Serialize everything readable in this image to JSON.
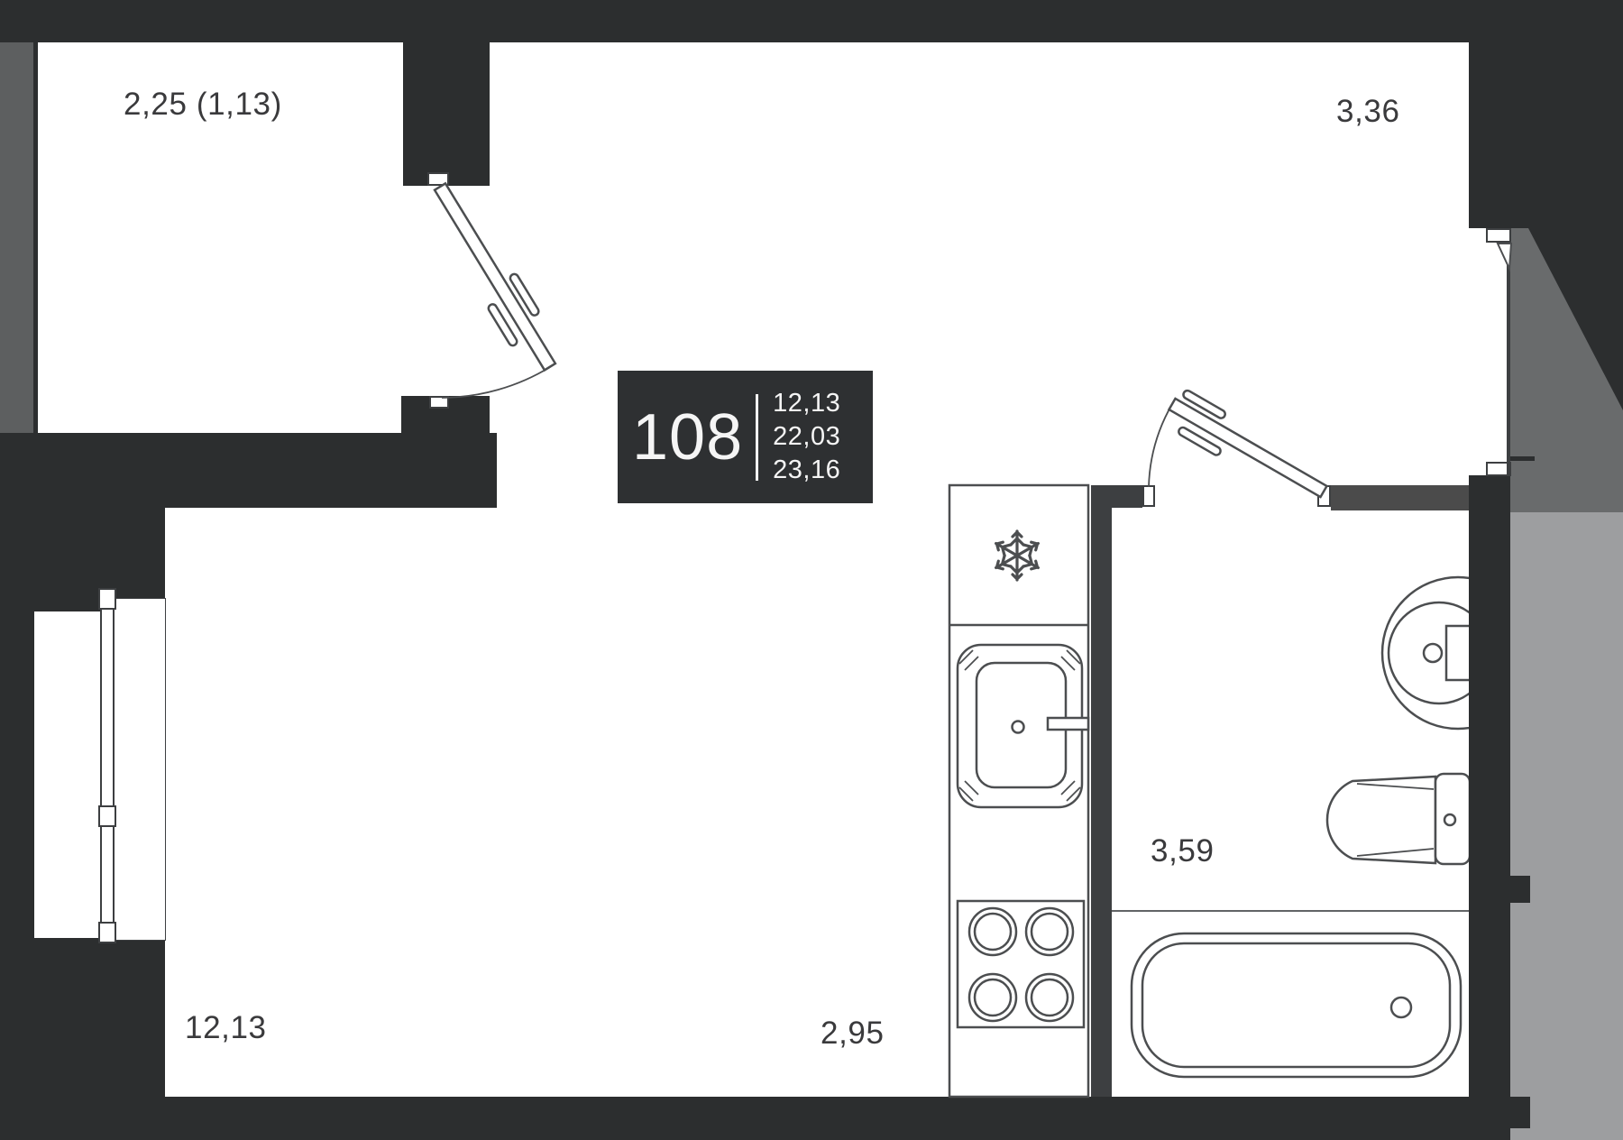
{
  "unit": {
    "number": "108",
    "area_living": "12,13",
    "area_without_balcony": "22,03",
    "area_total": "23,16"
  },
  "labels": {
    "balcony_area": "2,25 (1,13)",
    "top_room_dimension": "3,36",
    "room_area": "12,13",
    "kitchen_dimension": "2,95",
    "bathroom_dimension": "3,59"
  },
  "icons": {
    "fridge": "snowflake-icon",
    "stove": "four-burner-stove-icon",
    "kitchen_sink": "sink-icon",
    "bathroom_sink": "round-basin-icon",
    "toilet": "toilet-icon",
    "bathtub": "bathtub-icon"
  },
  "colors": {
    "wall_dark": "#2c2e2f",
    "wall_partition": "#3d3f41",
    "wall_light": "#4b4b4b",
    "exterior_gray_left": "#5d5f60",
    "exterior_gray_upper": "#696b6c",
    "exterior_gray_lower": "#9d9ea0",
    "fixture_line": "#4c4e50",
    "label_text": "#3a3a3c",
    "card_bg": "#2e3032",
    "card_text": "#f5f5f5"
  }
}
